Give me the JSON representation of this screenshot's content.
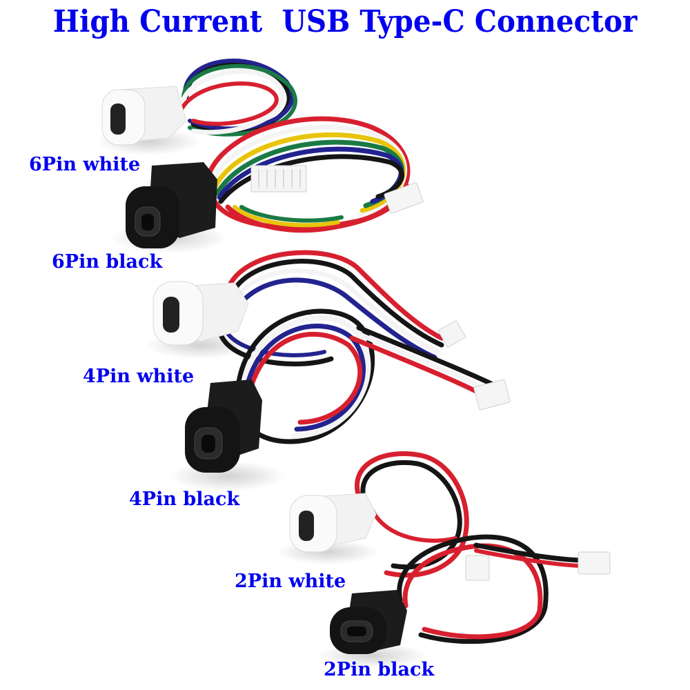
{
  "title": "High Current  USB Type-C Connector",
  "labels": {
    "six_white": "6Pin white",
    "six_black": "6Pin black",
    "four_white": "4Pin white",
    "four_black": "4Pin black",
    "two_white": "2Pin white",
    "two_black": "2Pin black"
  },
  "colors": {
    "text": "#0000ee",
    "wire_red": "#d7202f",
    "wire_black": "#151515",
    "wire_white": "#f4f4f4",
    "wire_blue": "#23238f",
    "wire_green": "#1a7a45",
    "wire_yellow": "#e8c40a",
    "housing_white": "#f7f7f7",
    "housing_black": "#161616"
  },
  "products": [
    {
      "pins": 6,
      "housing": "white"
    },
    {
      "pins": 6,
      "housing": "black"
    },
    {
      "pins": 4,
      "housing": "white"
    },
    {
      "pins": 4,
      "housing": "black"
    },
    {
      "pins": 2,
      "housing": "white"
    },
    {
      "pins": 2,
      "housing": "black"
    }
  ]
}
